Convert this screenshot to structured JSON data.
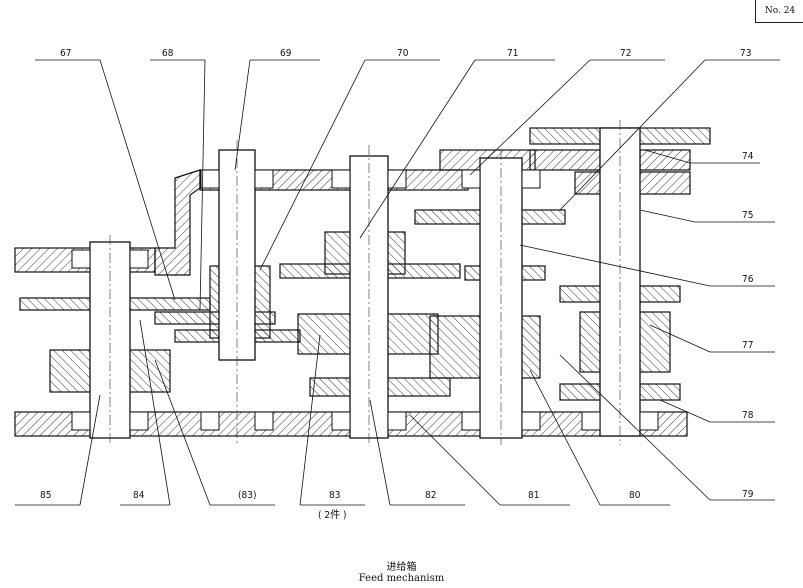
{
  "page_number": "No. 24",
  "caption": {
    "chinese": "进给箱",
    "english": "Feed mechanism"
  },
  "top_labels": [
    "67",
    "68",
    "69",
    "70",
    "71",
    "72",
    "73"
  ],
  "right_labels": [
    "74",
    "75",
    "76",
    "77",
    "78",
    "79"
  ],
  "bottom_labels": [
    "85",
    "84",
    "(83)",
    "83",
    "82",
    "81",
    "80"
  ],
  "note_2pcs": "( 2件 )"
}
